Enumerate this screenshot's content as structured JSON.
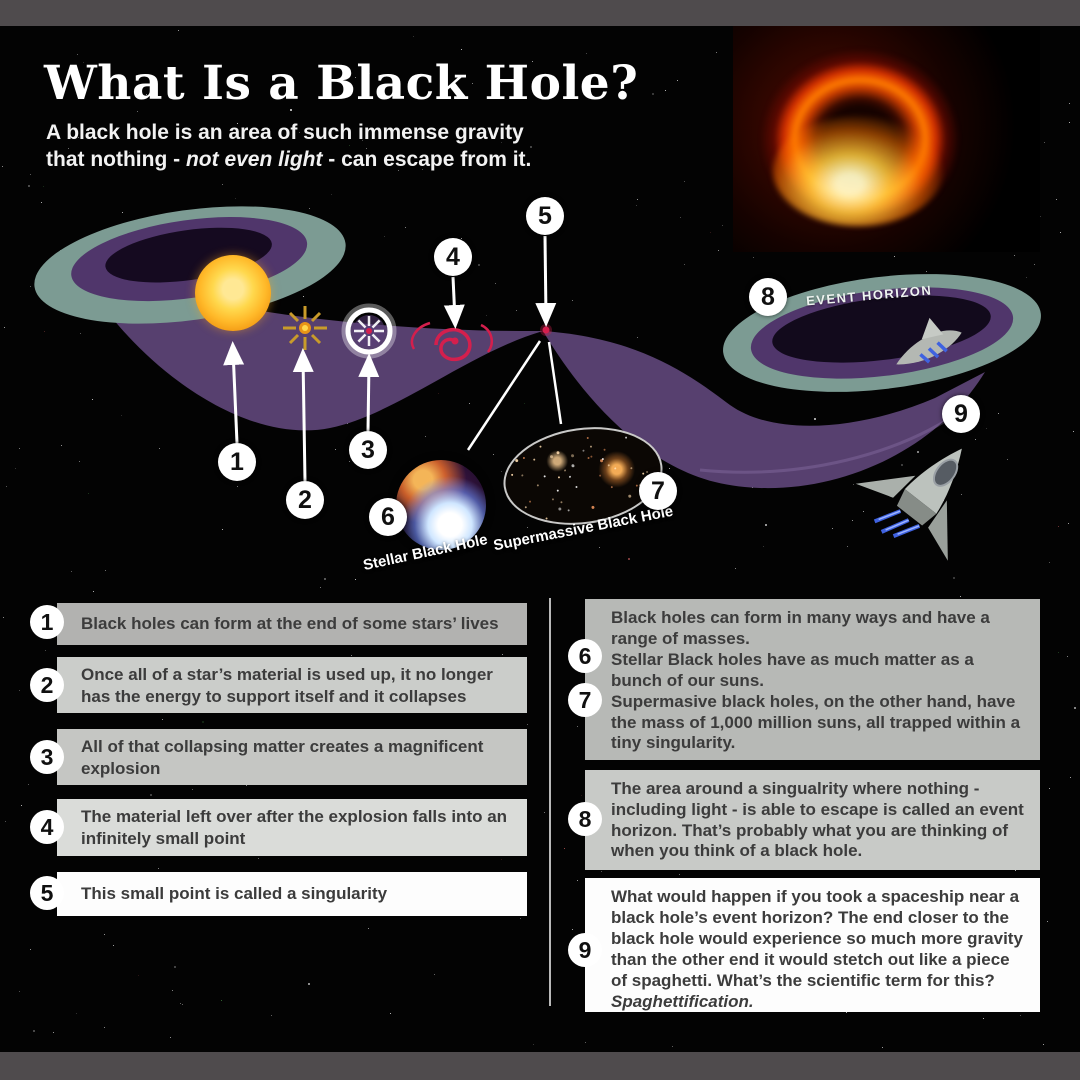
{
  "header": {
    "title": "What Is a Black Hole?",
    "subtitle_line1": "A black hole is an area of such immense gravity",
    "subtitle2_pre": "that nothing - ",
    "subtitle2_italic": "not even light",
    "subtitle2_post": " - can escape from it."
  },
  "diagram": {
    "event_horizon_label": "EVENT HORIZON",
    "stellar_label": "Stellar Black Hole",
    "supermassive_label": "Supermassive Black Hole",
    "markers": {
      "m1": "1",
      "m2": "2",
      "m3": "3",
      "m4": "4",
      "m5": "5",
      "m6": "6",
      "m7": "7",
      "m8": "8",
      "m9": "9"
    }
  },
  "facts_left": [
    {
      "num": "1",
      "text": "Black holes can form at the end of some stars’ lives"
    },
    {
      "num": "2",
      "text": "Once all of a star’s material is used up, it no longer has the energy to support itself and it collapses"
    },
    {
      "num": "3",
      "text": "All of that collapsing matter creates a magnificent explosion"
    },
    {
      "num": "4",
      "text": "The material left over after the explosion falls into an infinitely small point"
    },
    {
      "num": "5",
      "text": "This small point is called a singularity"
    }
  ],
  "facts_right": {
    "box67": {
      "num_top": "6",
      "num_bottom": "7",
      "line1": "Black holes can form in many ways and have a range of masses.",
      "line2": "Stellar Black holes have as much matter as a bunch of our suns.",
      "line3": "Supermasive black holes, on the other hand, have the mass of 1,000 million suns, all trapped within a tiny singularity."
    },
    "box8": {
      "num": "8",
      "text": "The area around a singualrity where nothing - including light - is able to escape is called an event horizon. That’s probably what you are thinking of when you think of a black hole."
    },
    "box9": {
      "num": "9",
      "text": "What would happen if you took a spaceship near a black hole’s event horizon? The end closer to the black hole would experience so much more gravity than the other end it would stetch out like a piece of spaghetti. What’s the scientific term for this?",
      "italic": "Spaghettification."
    }
  },
  "colors": {
    "frame_gray": "#4f4b4d",
    "disc_teal": "#7c9b93",
    "band_purple": "#57406f",
    "crimson": "#d41f4d",
    "eht_orange": "#ff7b00"
  }
}
